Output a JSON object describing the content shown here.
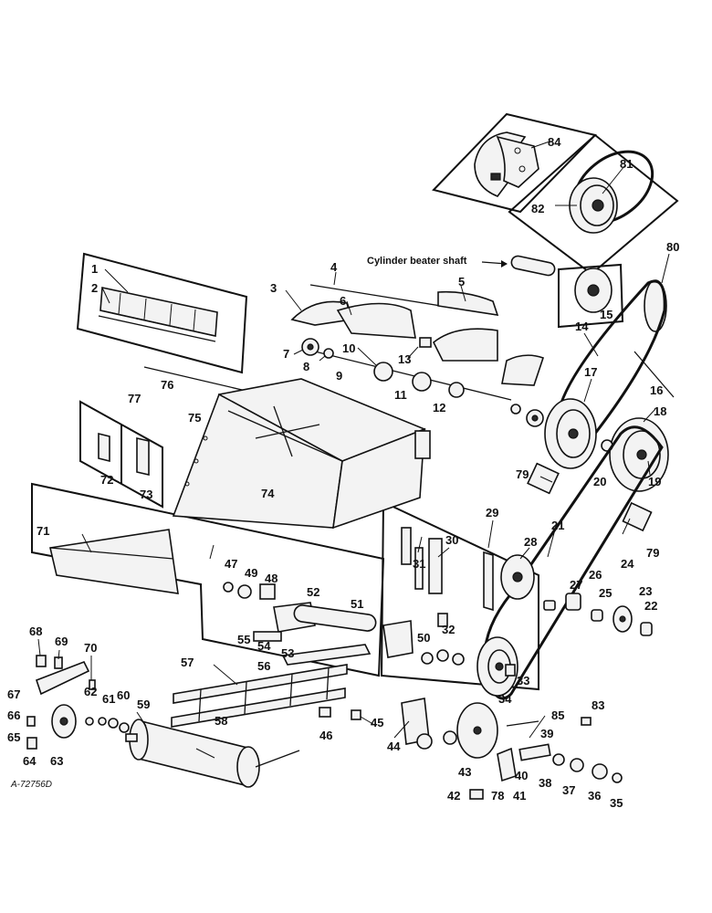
{
  "figure_code": "A-72756D",
  "caption": "Cylinder beater shaft",
  "callouts": [
    "1",
    "2",
    "3",
    "4",
    "5",
    "6",
    "7",
    "8",
    "9",
    "10",
    "11",
    "12",
    "13",
    "14",
    "15",
    "16",
    "17",
    "18",
    "19",
    "20",
    "21",
    "22",
    "23",
    "24",
    "25",
    "26",
    "27",
    "28",
    "29",
    "30",
    "31",
    "32",
    "33",
    "34",
    "35",
    "36",
    "37",
    "38",
    "39",
    "40",
    "41",
    "42",
    "43",
    "44",
    "45",
    "46",
    "47",
    "48",
    "49",
    "50",
    "51",
    "52",
    "53",
    "54",
    "55",
    "56",
    "57",
    "58",
    "59",
    "60",
    "61",
    "62",
    "63",
    "64",
    "65",
    "66",
    "67",
    "68",
    "69",
    "70",
    "71",
    "72",
    "73",
    "74",
    "75",
    "76",
    "77",
    "78",
    "79",
    "80",
    "81",
    "82",
    "83",
    "84",
    "85"
  ]
}
